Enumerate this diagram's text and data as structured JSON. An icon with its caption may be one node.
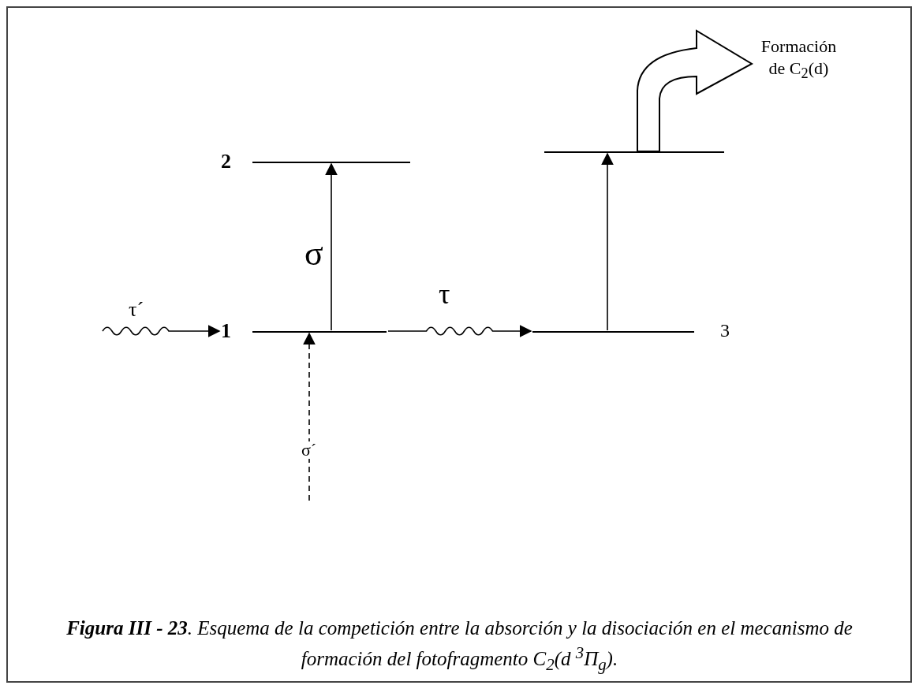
{
  "diagram": {
    "caption": "**Figura III - 23**. Esquema de la competición entre la absorción y la disociación en el mecanismo de formación del fotofragmento C$_{2}$(d $^{3}$Π$_{g}$).",
    "nodes": [
      {
        "text": [
          "Formación de C$_{2}$(d)"
        ]
      },
      {
        "text": [],
        "shape": "bar",
        "beside": [
          "2"
        ]
      },
      {
        "text": [],
        "shape": "bar"
      },
      {
        "text": [],
        "shape": "bar",
        "beside": [
          "1"
        ]
      },
      {
        "text": [],
        "shape": "bar",
        "beside": [
          "3"
        ]
      }
    ],
    "edges": [
      {
        "from": 3,
        "to": 1,
        "arrow": "to",
        "label": "σ"
      },
      {
        "from": 4,
        "to": 2,
        "arrow": "to"
      },
      {
        "from": 2,
        "to": 0,
        "arrow": "to",
        "style": "thick"
      },
      {
        "from": 3,
        "to": 4,
        "arrow": "to",
        "label": "τ"
      },
      {
        "from": null,
        "to": 3,
        "arrow": "to",
        "label": "τ´"
      },
      {
        "from": null,
        "to": 3,
        "arrow": "to",
        "style": "dashed",
        "label": "σ´"
      }
    ]
  }
}
